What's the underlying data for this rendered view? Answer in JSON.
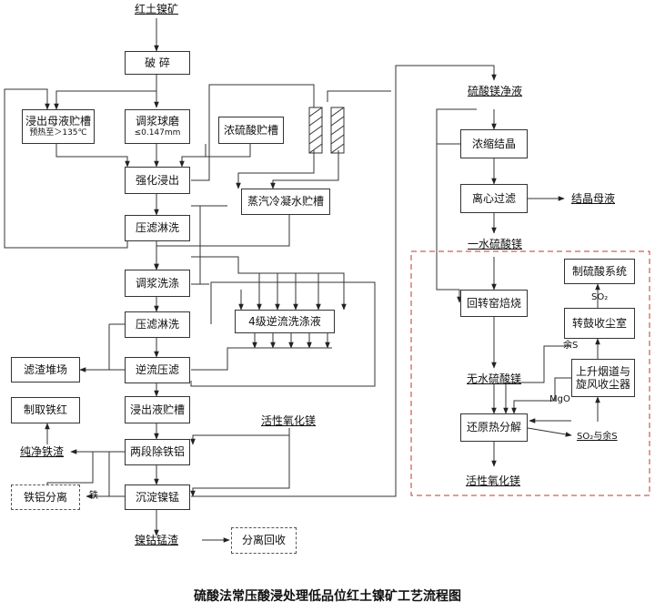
{
  "title": "硫酸法常压酸浸处理低品位红土镍矿工艺流程图",
  "boxes": {
    "crush": "破  碎",
    "mother_tank": "浸出母液贮槽",
    "mother_tank_note": "预热至＞135℃",
    "ball_mill": "调浆球磨",
    "ball_mill_note": "≤0.147mm",
    "acid_tank": "浓硫酸贮槽",
    "leach": "强化浸出",
    "condensate_tank": "蒸汽冷凝水贮槽",
    "filter_wash1": "压滤淋洗",
    "slurry_wash": "调浆洗涤",
    "countercurrent4": "4级逆流洗涤液",
    "filter_wash2": "压滤淋洗",
    "residue_yard": "滤渣堆场",
    "counter_filter": "逆流压滤",
    "iron_red": "制取铁红",
    "leachate_tank": "浸出液贮槽",
    "remove_fe_al": "两段除铁铝",
    "fe_al_sep": "铁铝分离",
    "precip_ni_mn": "沉淀镍锰",
    "separate_recover": "分离回收",
    "concentrate": "浓缩结晶",
    "centrifuge": "离心过滤",
    "rotary_kiln": "回转窑焙烧",
    "acid_plant": "制硫酸系统",
    "dust_room": "转鼓收尘室",
    "flue_cyclone": "上升烟道与旋风收尘器",
    "reduce_decomp": "还原热分解"
  },
  "labels": {
    "ore": "红土镍矿",
    "pure_fe_slag": "纯净铁渣",
    "iron_tag": "铁",
    "active_mgo_top": "活性氧化镁",
    "ni_co_mn_slag": "镍钴锰渣",
    "mgso4_solution": "硫酸镁净液",
    "crystal_mother": "结晶母液",
    "mono_mgso4": "一水硫酸镁",
    "anhydrous_mgso4": "无水硫酸镁",
    "so2_label": "SO₂",
    "excess_s": "余S",
    "mgo": "MgO",
    "so2_and_s": "SO₂与余S",
    "active_mgo_bottom": "活性氧化镁"
  }
}
